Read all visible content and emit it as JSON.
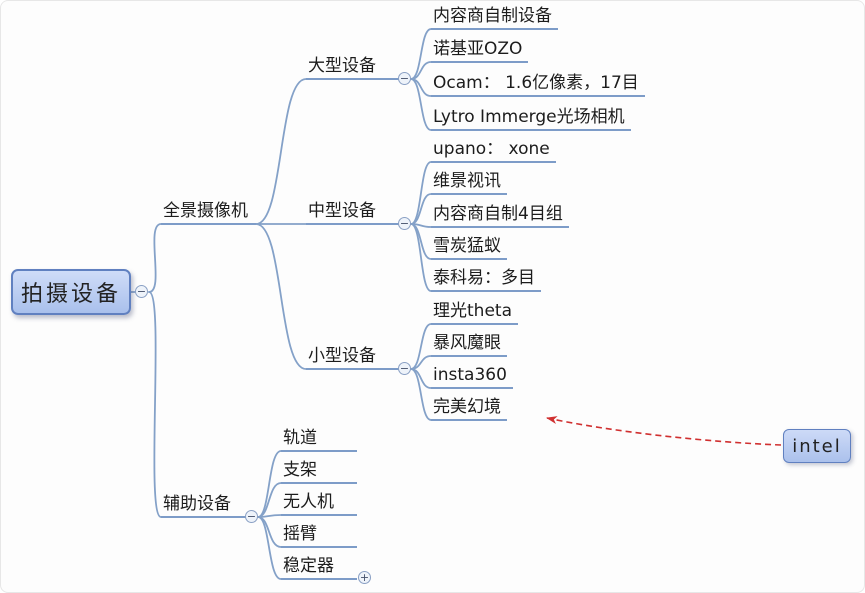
{
  "root": {
    "label": "拍摄设备"
  },
  "level1": {
    "panoramic": "全景摄像机",
    "auxiliary": "辅助设备"
  },
  "level2": {
    "large": "大型设备",
    "medium": "中型设备",
    "small": "小型设备"
  },
  "large_items": [
    "内容商自制设备",
    "诺基亚OZO",
    "Ocam： 1.6亿像素，17目",
    "Lytro Immerge光场相机"
  ],
  "medium_items": [
    "upano： xone",
    "维景视讯",
    "内容商自制4目组",
    "雪炭猛蚁",
    "泰科易：多目"
  ],
  "small_items": [
    "理光theta",
    "暴风魔眼",
    "insta360",
    "完美幻境"
  ],
  "aux_items": [
    "轨道",
    "支架",
    "无人机",
    "摇臂",
    "稳定器"
  ],
  "annotation": {
    "label": "intel"
  },
  "toggles": {
    "collapse": "−",
    "expand": "+"
  },
  "colors": {
    "line": "#84a1c8",
    "underline": "#7d9cc8",
    "arrow": "#d03030",
    "node_fill": "#b6c9f0",
    "node_border": "#6080c0"
  }
}
